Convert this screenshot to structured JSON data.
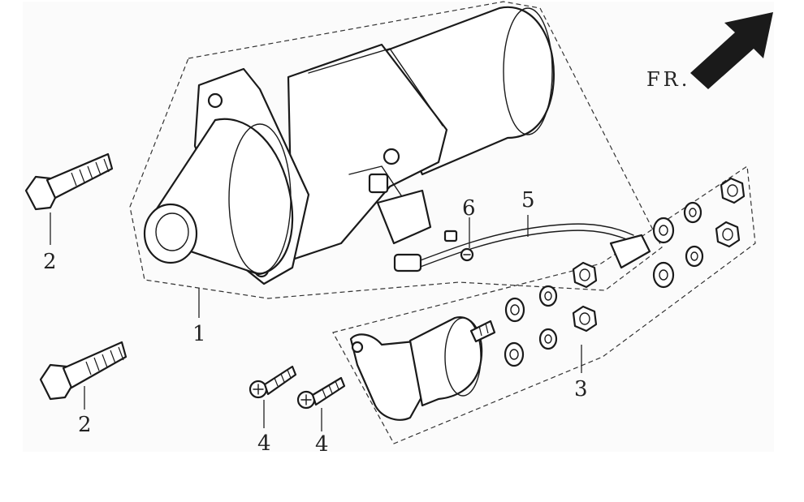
{
  "direction_indicator": {
    "text": "FR."
  },
  "callouts": {
    "c1": "1",
    "c2a": "2",
    "c2b": "2",
    "c3": "3",
    "c4a": "4",
    "c4b": "4",
    "c5": "5",
    "c6": "6"
  },
  "colors": {
    "line": "#1a1a1a",
    "background": "#ffffff"
  }
}
